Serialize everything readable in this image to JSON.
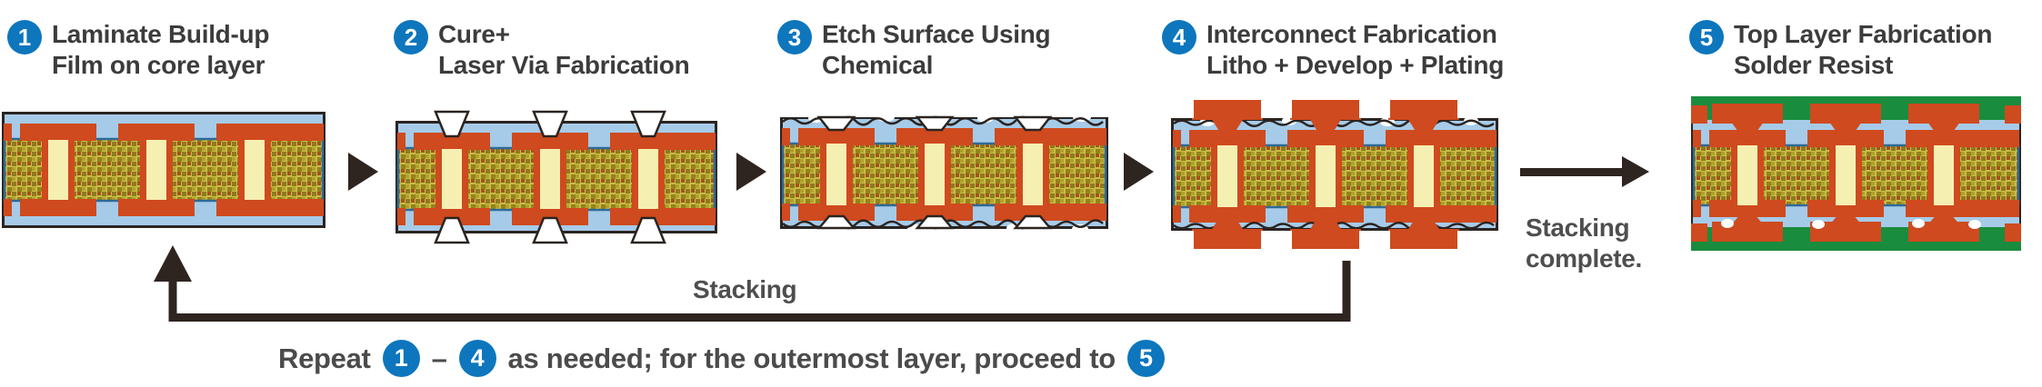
{
  "steps": [
    {
      "number": "1",
      "title_line1": "Laminate Build-up",
      "title_line2": "Film on core layer",
      "diagram": "pcb-cross-section-buildup-film"
    },
    {
      "number": "2",
      "title_line1": "Cure+",
      "title_line2": "Laser Via Fabrication",
      "diagram": "pcb-cross-section-laser-vias"
    },
    {
      "number": "3",
      "title_line1": "Etch Surface Using",
      "title_line2": "Chemical",
      "diagram": "pcb-cross-section-etched-surface"
    },
    {
      "number": "4",
      "title_line1": "Interconnect Fabrication",
      "title_line2": "Litho + Develop + Plating",
      "diagram": "pcb-cross-section-plated-interconnects"
    },
    {
      "number": "5",
      "title_line1": "Top Layer Fabrication",
      "title_line2": "Solder Resist",
      "diagram": "pcb-cross-section-solder-resist"
    }
  ],
  "flow_labels": {
    "stacking": "Stacking",
    "stacking_complete_line1": "Stacking",
    "stacking_complete_line2": "complete."
  },
  "repeat_note": {
    "prefix": "Repeat",
    "range_start_badge": "1",
    "range_separator": "–",
    "range_end_badge": "4",
    "suffix": "as needed; for the outermost layer, proceed to",
    "final_badge": "5"
  },
  "palette": {
    "badge_blue": "#0d76bd",
    "title_text": "#3c3c3c",
    "body_text": "#4f4e4e",
    "arrow_dark": "#2e2420",
    "buildup_film_blue": "#a6cbe9",
    "copper_orange": "#cf4a1e",
    "core_olive": "#c9bd45",
    "core_outline_blue": "#2f6a97",
    "via_cream": "#f6efb2",
    "solder_resist_green": "#1a8c3e",
    "resist_white": "#ffffff",
    "board_outline": "#2b2421"
  }
}
